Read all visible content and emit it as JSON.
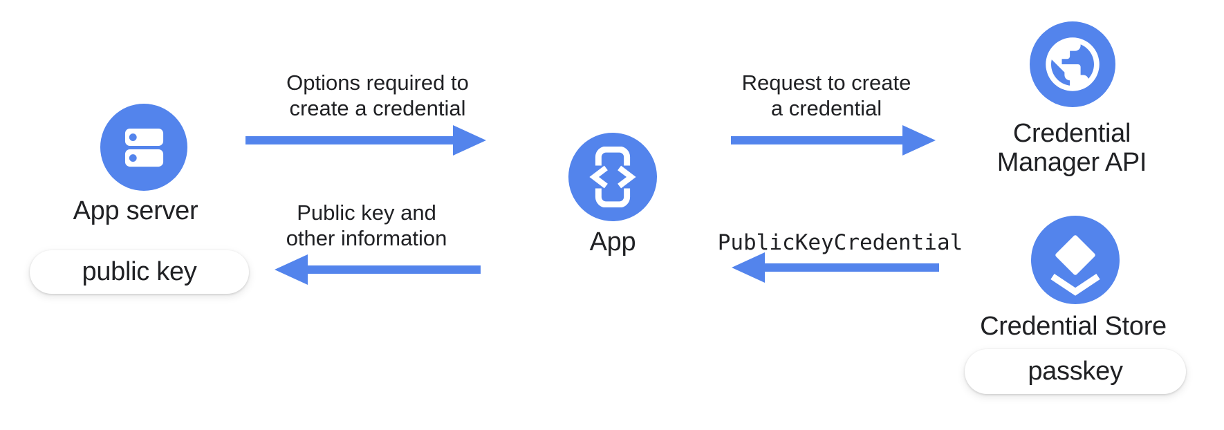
{
  "title": "Passkey creation flow diagram",
  "colors": {
    "accent_blue": "#5384EC",
    "text_dark": "#202124",
    "pill_bg": "#FFFFFF"
  },
  "nodes": {
    "app_server": {
      "label": "App server",
      "icon": "server-icon",
      "badge": "public key"
    },
    "app": {
      "label": "App",
      "icon": "phone-code-icon"
    },
    "credential_manager_api": {
      "label_line1": "Credential",
      "label_line2": "Manager API",
      "icon": "globe-icon"
    },
    "credential_store": {
      "label": "Credential Store",
      "icon": "layers-icon",
      "badge": "passkey"
    }
  },
  "flows": {
    "options": {
      "from": "App server",
      "to": "App",
      "direction": "right",
      "line1": "Options required to",
      "line2": "create a credential"
    },
    "request": {
      "from": "App",
      "to": "Credential Manager API",
      "direction": "right",
      "line1": "Request to create",
      "line2": "a credential"
    },
    "credential_return": {
      "from": "Credential Store",
      "to": "App",
      "direction": "left",
      "label": "PublicKeyCredential",
      "text_style": "code"
    },
    "public_key_return": {
      "from": "App",
      "to": "App server",
      "direction": "left",
      "line1": "Public key and",
      "line2": "other information"
    }
  }
}
